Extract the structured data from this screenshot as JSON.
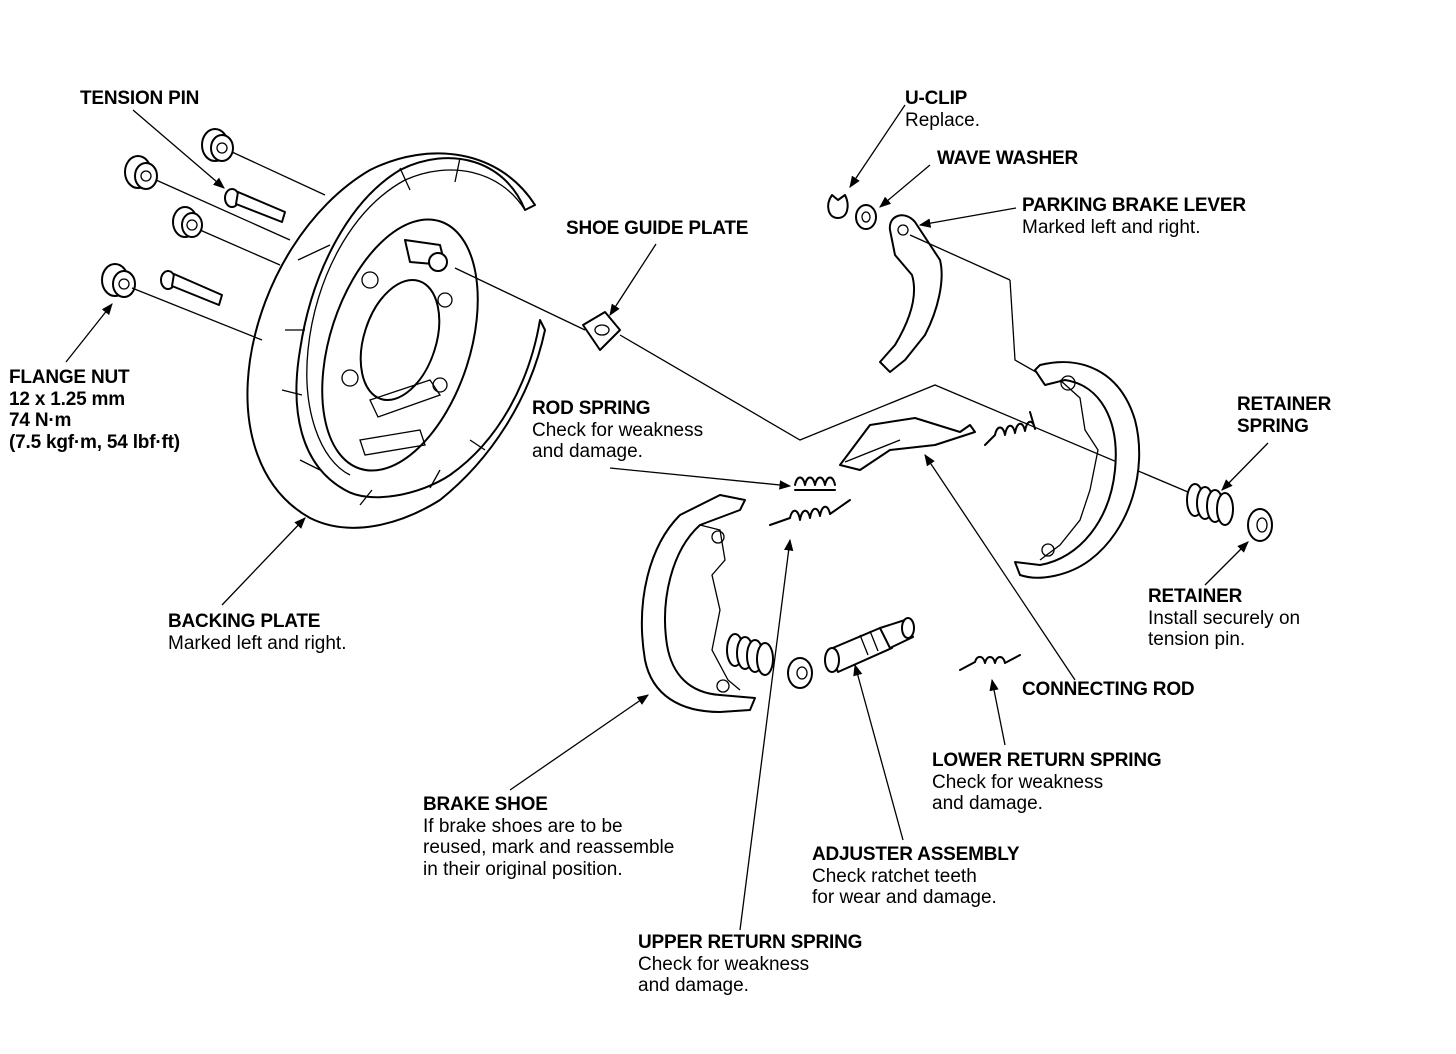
{
  "labels": {
    "tension_pin": {
      "title": "TENSION PIN"
    },
    "u_clip": {
      "title": "U-CLIP",
      "note": "Replace."
    },
    "wave_washer": {
      "title": "WAVE WASHER"
    },
    "parking_brake_lever": {
      "title": "PARKING BRAKE LEVER",
      "note": "Marked left and right."
    },
    "shoe_guide_plate": {
      "title": "SHOE GUIDE PLATE"
    },
    "flange_nut": {
      "title": "FLANGE NUT",
      "spec1": "12 x 1.25 mm",
      "spec2": "74 N·m",
      "spec3": "(7.5 kgf·m, 54 lbf·ft)"
    },
    "rod_spring": {
      "title": "ROD SPRING",
      "note1": "Check for weakness",
      "note2": "and damage."
    },
    "retainer_spring": {
      "title1": "RETAINER",
      "title2": "SPRING"
    },
    "retainer": {
      "title": "RETAINER",
      "note1": "Install securely on",
      "note2": "tension pin."
    },
    "backing_plate": {
      "title": "BACKING PLATE",
      "note": "Marked left and right."
    },
    "connecting_rod": {
      "title": "CONNECTING ROD"
    },
    "lower_return_spring": {
      "title": "LOWER RETURN SPRING",
      "note1": "Check for weakness",
      "note2": "and damage."
    },
    "brake_shoe": {
      "title": "BRAKE SHOE",
      "note1": "If brake shoes are to be",
      "note2": "reused, mark and reassemble",
      "note3": "in their original position."
    },
    "adjuster_assembly": {
      "title": "ADJUSTER ASSEMBLY",
      "note1": "Check ratchet teeth",
      "note2": "for wear and damage."
    },
    "upper_return_spring": {
      "title": "UPPER RETURN SPRING",
      "note1": "Check for weakness",
      "note2": "and damage."
    }
  }
}
